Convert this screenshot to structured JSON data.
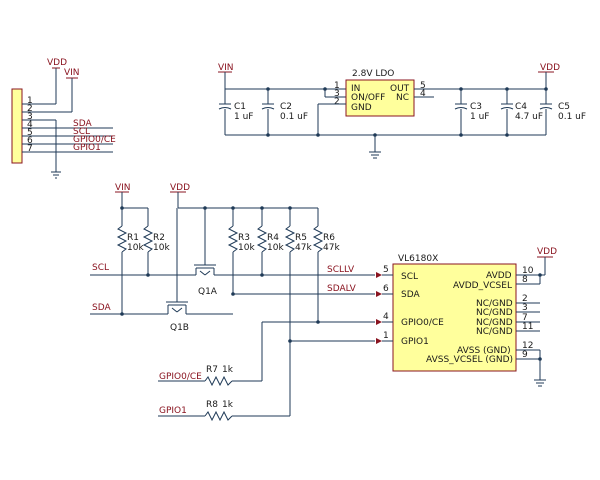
{
  "connector": {
    "pins": [
      "1",
      "2",
      "3",
      "4",
      "5",
      "6",
      "7"
    ],
    "vdd": "VDD",
    "vin": "VIN",
    "nets": [
      "SDA",
      "SCL",
      "GPIO0/CE",
      "GPIO1"
    ]
  },
  "ldo": {
    "title": "2.8V LDO",
    "pins_left": [
      "IN",
      "ON/OFF",
      "GND"
    ],
    "pins_right": [
      "OUT",
      "NC"
    ],
    "pin_numbers_left": [
      "1",
      "3",
      "2"
    ],
    "pin_numbers_right": [
      "5",
      "4"
    ],
    "vin": "VIN",
    "vdd": "VDD",
    "caps": [
      {
        "ref": "C1",
        "value": "1 uF"
      },
      {
        "ref": "C2",
        "value": "0.1 uF"
      },
      {
        "ref": "C3",
        "value": "1 uF"
      },
      {
        "ref": "C4",
        "value": "4.7 uF"
      },
      {
        "ref": "C5",
        "value": "0.1 uF"
      }
    ]
  },
  "shifter": {
    "vin": "VIN",
    "vdd": "VDD",
    "resistors": [
      {
        "ref": "R1",
        "value": "10k"
      },
      {
        "ref": "R2",
        "value": "10k"
      },
      {
        "ref": "R3",
        "value": "10k"
      },
      {
        "ref": "R4",
        "value": "10k"
      },
      {
        "ref": "R5",
        "value": "47k"
      },
      {
        "ref": "R6",
        "value": "47k"
      }
    ],
    "fets": [
      "Q1A",
      "Q1B"
    ],
    "scl": "SCL",
    "sda": "SDA",
    "scllv": "SCLLV",
    "sdalv": "SDALV",
    "gpio0": "GPIO0/CE",
    "gpio1": "GPIO1",
    "r7": {
      "ref": "R7",
      "value": "1k"
    },
    "r8": {
      "ref": "R8",
      "value": "1k"
    }
  },
  "sensor": {
    "title": "VL6180X",
    "left_pins": [
      {
        "name": "SCL",
        "num": "5"
      },
      {
        "name": "SDA",
        "num": "6"
      },
      {
        "name": "GPIO0/CE",
        "num": "4"
      },
      {
        "name": "GPIO1",
        "num": "1"
      }
    ],
    "right_pins": [
      {
        "name": "AVDD",
        "num": "10"
      },
      {
        "name": "AVDD_VCSEL",
        "num": "8"
      },
      {
        "name": "NC/GND",
        "num": "2"
      },
      {
        "name": "NC/GND",
        "num": "3"
      },
      {
        "name": "NC/GND",
        "num": "7"
      },
      {
        "name": "NC/GND",
        "num": "11"
      },
      {
        "name": "AVSS (GND)",
        "num": "12"
      },
      {
        "name": "AVSS_VCSEL (GND)",
        "num": "9"
      }
    ],
    "vdd": "VDD"
  }
}
